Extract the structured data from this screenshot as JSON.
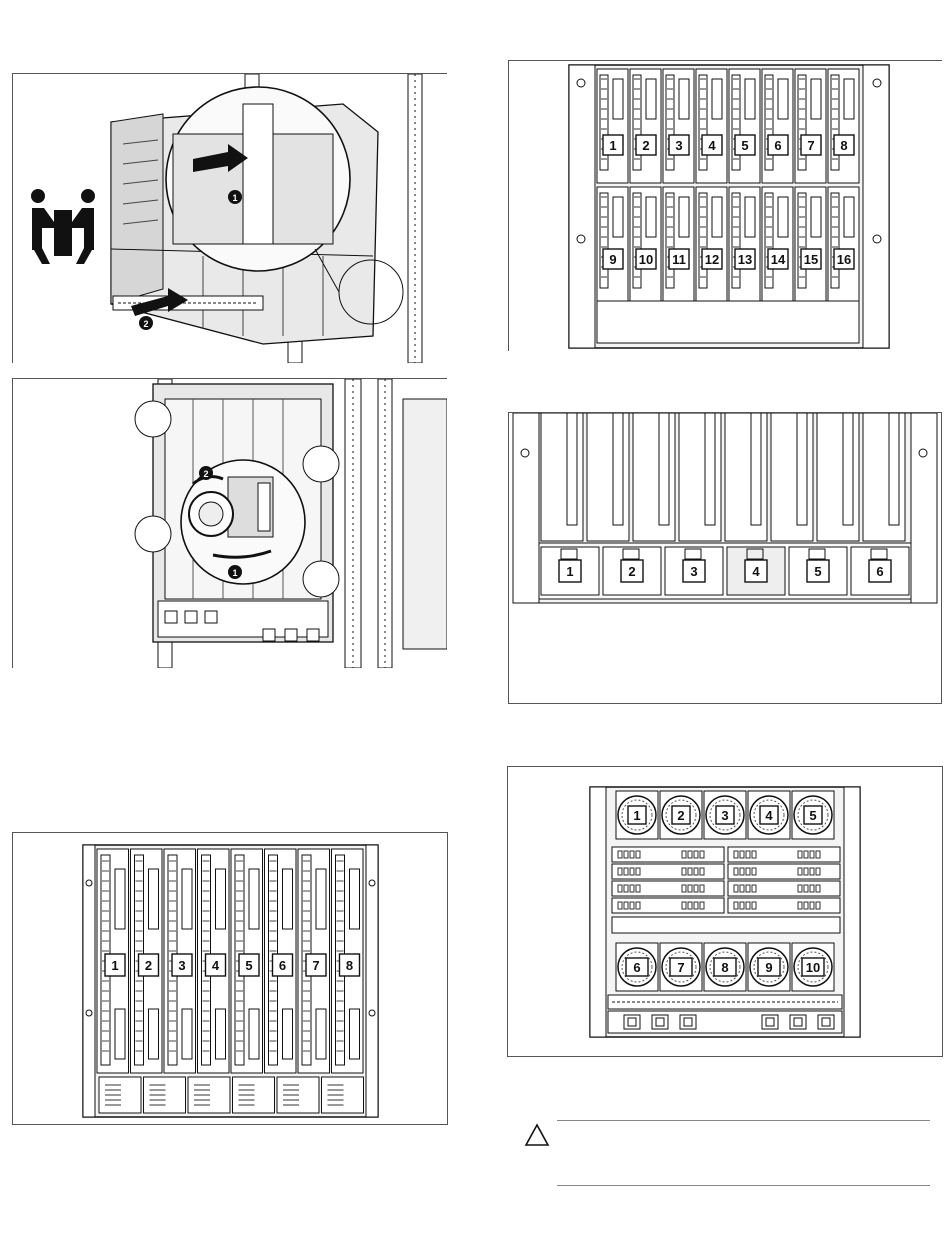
{
  "figures": {
    "install_enclosure": {
      "icon": "two-person-lift-icon",
      "callouts": [
        "1",
        "2"
      ]
    },
    "rack_thumbscrews": {
      "icon": "thumbscrew-icon",
      "callouts": [
        "1",
        "2"
      ]
    },
    "half_height_bays": {
      "labels": [
        "1",
        "2",
        "3",
        "4",
        "5",
        "6",
        "7",
        "8",
        "9",
        "10",
        "11",
        "12",
        "13",
        "14",
        "15",
        "16"
      ]
    },
    "full_height_bays": {
      "labels": [
        "1",
        "2",
        "3",
        "4",
        "5",
        "6",
        "7",
        "8"
      ]
    },
    "power_supply_bays": {
      "labels": [
        "1",
        "2",
        "3",
        "4",
        "5",
        "6"
      ]
    },
    "fan_bays": {
      "labels": [
        "1",
        "2",
        "3",
        "4",
        "5",
        "6",
        "7",
        "8",
        "9",
        "10"
      ]
    }
  },
  "caution": {
    "icon": "caution-triangle-icon"
  },
  "colors": {
    "line": "#111111",
    "panel": "#e6e6e6",
    "frame": "#555555"
  }
}
